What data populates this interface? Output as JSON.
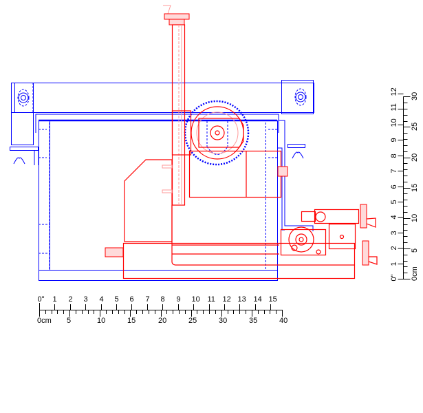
{
  "drawing": {
    "colors": {
      "machine_front": "#ff0000",
      "machine_rear": "#0000ff",
      "ruler": "#000000"
    }
  },
  "rulers": {
    "horizontal": {
      "inch_labels": [
        "0\"",
        "1",
        "2",
        "3",
        "4",
        "5",
        "6",
        "7",
        "8",
        "9",
        "10",
        "11",
        "12",
        "13",
        "14",
        "15"
      ],
      "cm_labels": [
        "0cm",
        "5",
        "10",
        "15",
        "20",
        "25",
        "30",
        "35",
        "40"
      ],
      "max_cm": 40
    },
    "vertical": {
      "inch_labels": [
        "0\"",
        "1",
        "2",
        "3",
        "4",
        "5",
        "6",
        "7",
        "8",
        "9",
        "10",
        "11",
        "12"
      ],
      "cm_labels": [
        "0cm",
        "5",
        "10",
        "15",
        "20",
        "25",
        "30"
      ],
      "max_cm": 30
    }
  }
}
